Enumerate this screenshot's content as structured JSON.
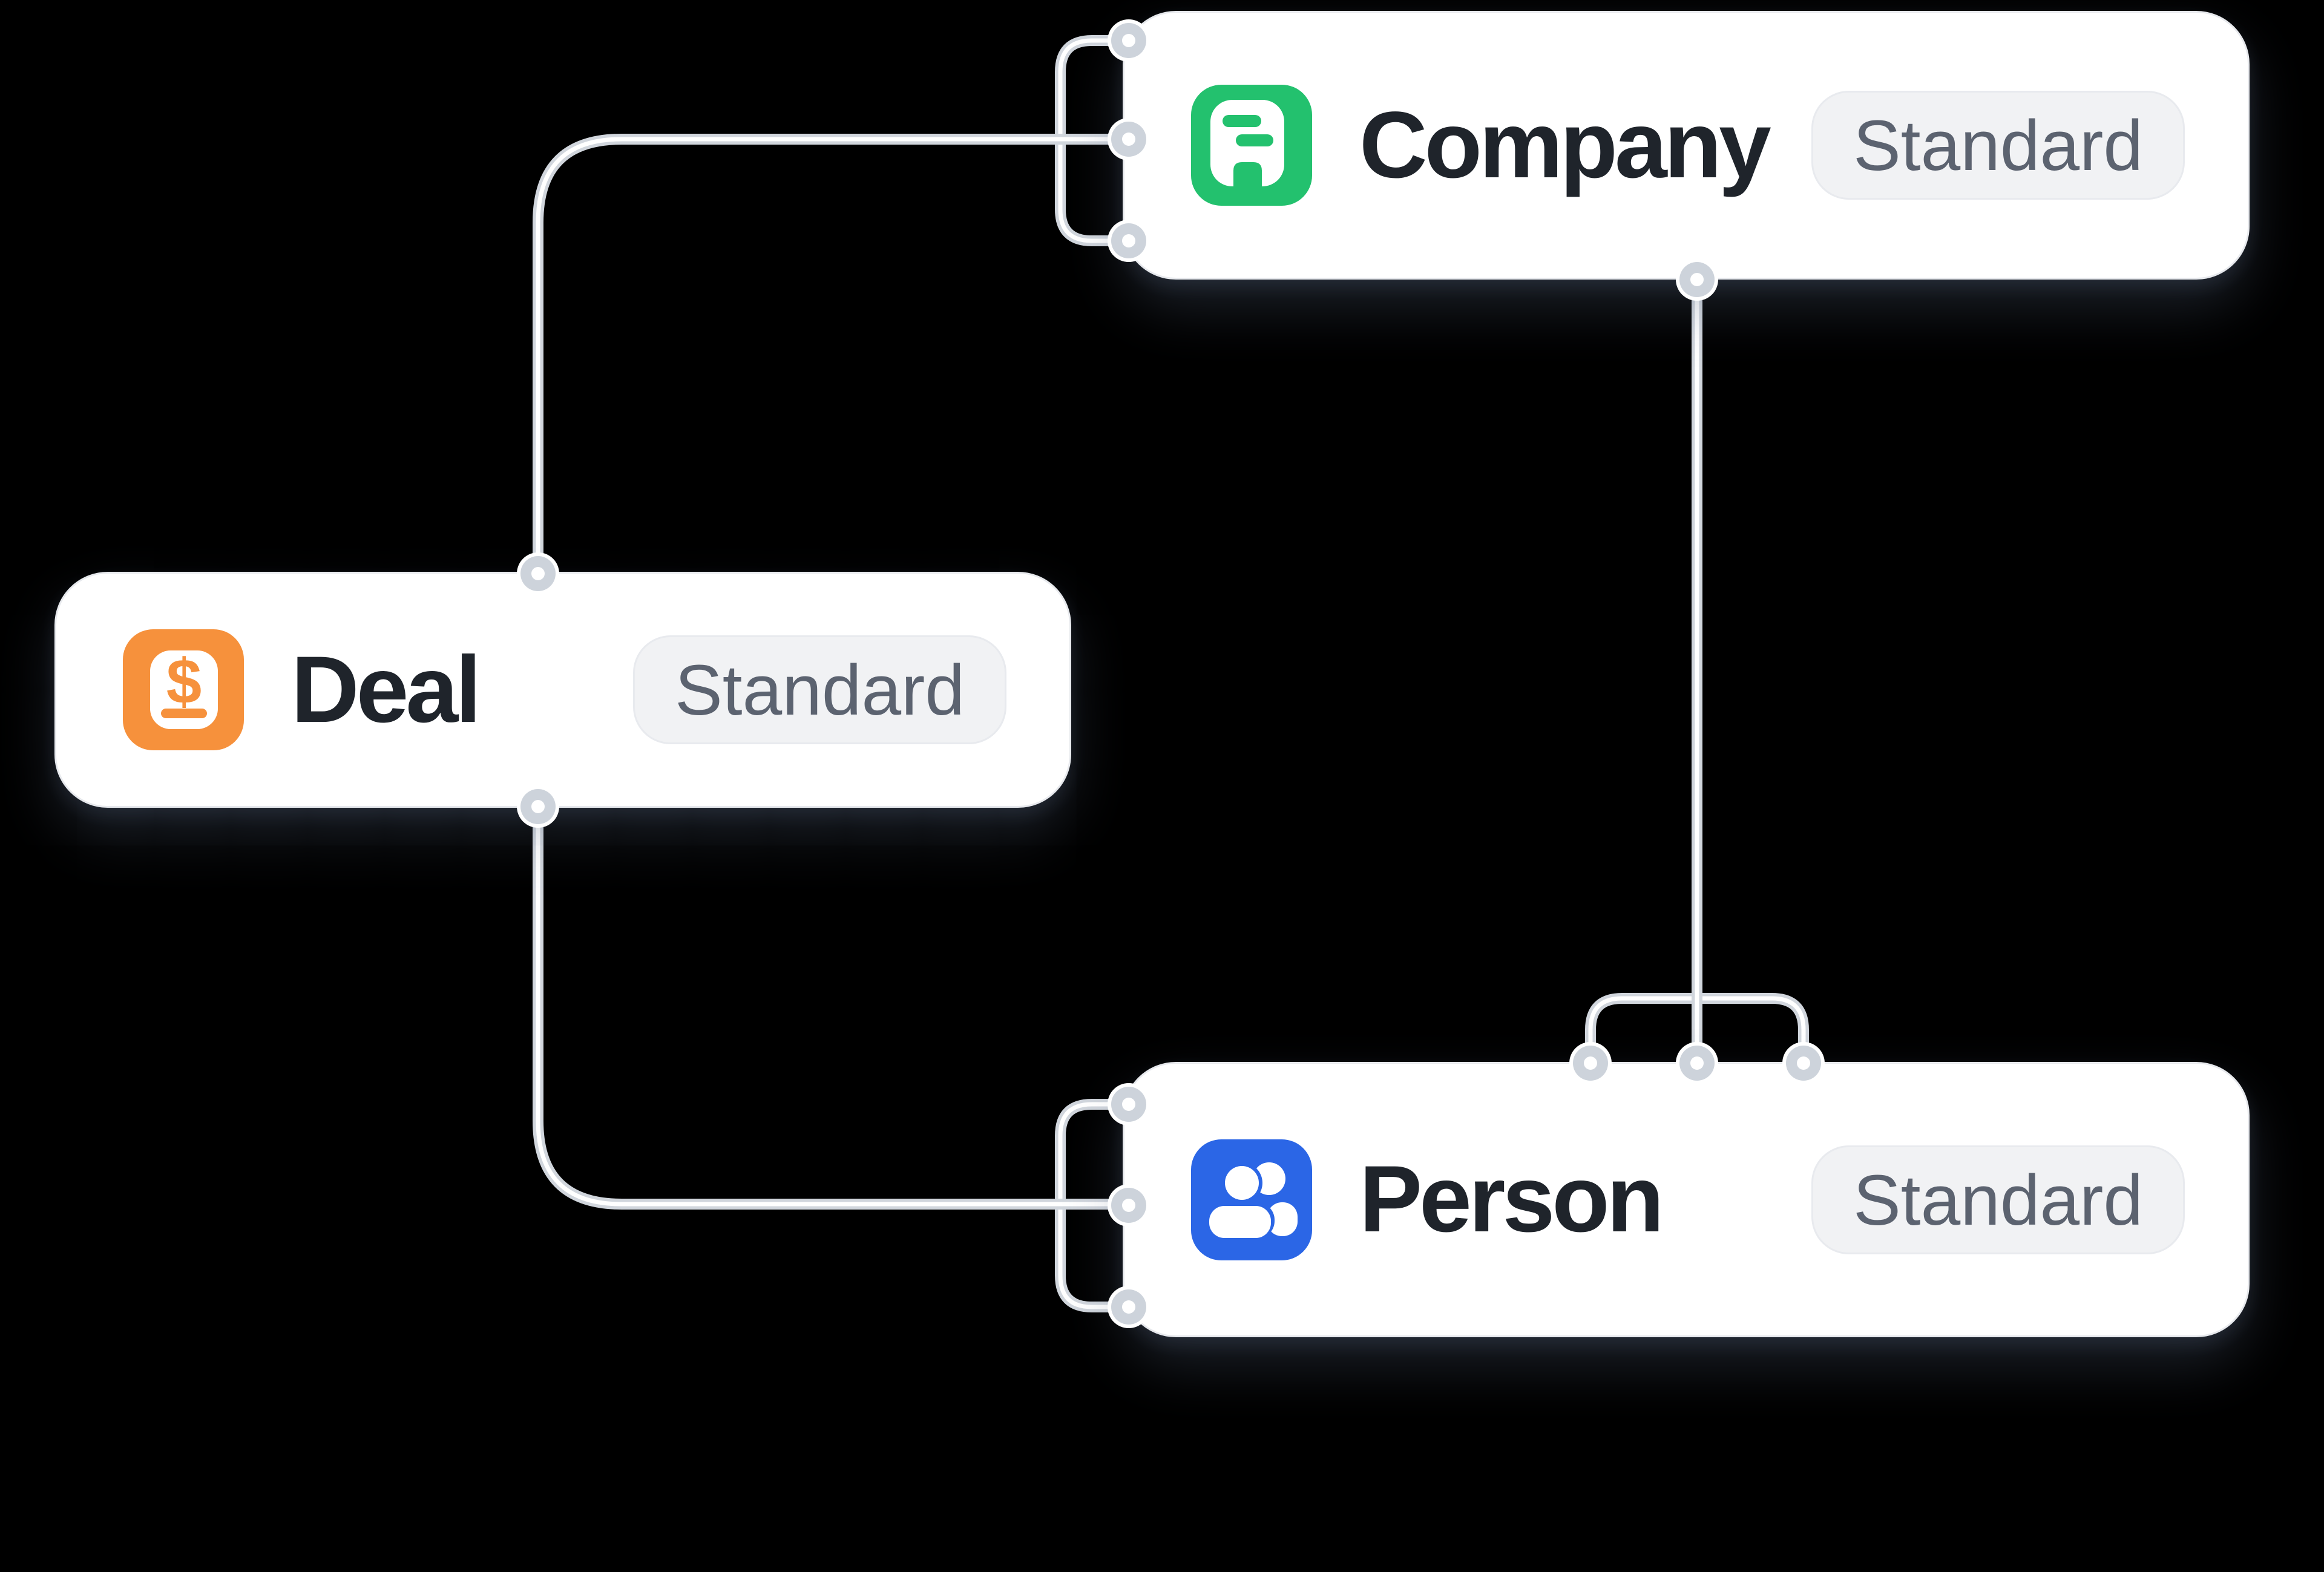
{
  "background_color": "#000000",
  "connector_color": "#D1D6DD",
  "port_color": "#CDD3DB",
  "nodes": [
    {
      "label": "Company",
      "badge": "Standard",
      "icon": "building-icon",
      "icon_color": "#23C16E"
    },
    {
      "label": "Deal",
      "badge": "Standard",
      "icon": "dollar-icon",
      "icon_color": "#F6913C"
    },
    {
      "label": "Person",
      "badge": "Standard",
      "icon": "people-icon",
      "icon_color": "#2B66E6"
    }
  ],
  "edges": [
    {
      "from": "Deal",
      "to": "Company"
    },
    {
      "from": "Company",
      "to": "Person"
    },
    {
      "from": "Deal",
      "to": "Person"
    }
  ]
}
